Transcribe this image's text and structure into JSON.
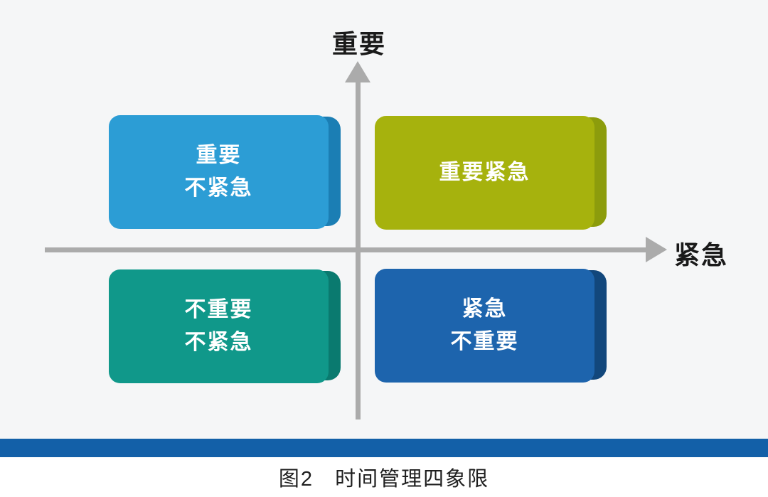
{
  "figure": {
    "axes": {
      "y_label": "重要",
      "x_label": "紧急",
      "axis_color": "#ababab"
    },
    "quadrants": [
      {
        "id": "important-not-urgent",
        "position": "top-left",
        "lines": [
          "重要",
          "不紧急"
        ],
        "color": "#2c9dd5",
        "side_color": "#1b7eb4"
      },
      {
        "id": "important-urgent",
        "position": "top-right",
        "lines": [
          "重要紧急"
        ],
        "color": "#a6b20d",
        "side_color": "#8c9c0c"
      },
      {
        "id": "not-important-not-urgent",
        "position": "bottom-left",
        "lines": [
          "不重要",
          "不紧急"
        ],
        "color": "#10988a",
        "side_color": "#0a7a6f"
      },
      {
        "id": "urgent-not-important",
        "position": "bottom-right",
        "lines": [
          "紧急",
          "不重要"
        ],
        "color": "#1d64ad",
        "side_color": "#12477c"
      }
    ],
    "divider_color": "#1360a8",
    "caption": {
      "label": "图2",
      "title": "时间管理四象限"
    }
  }
}
